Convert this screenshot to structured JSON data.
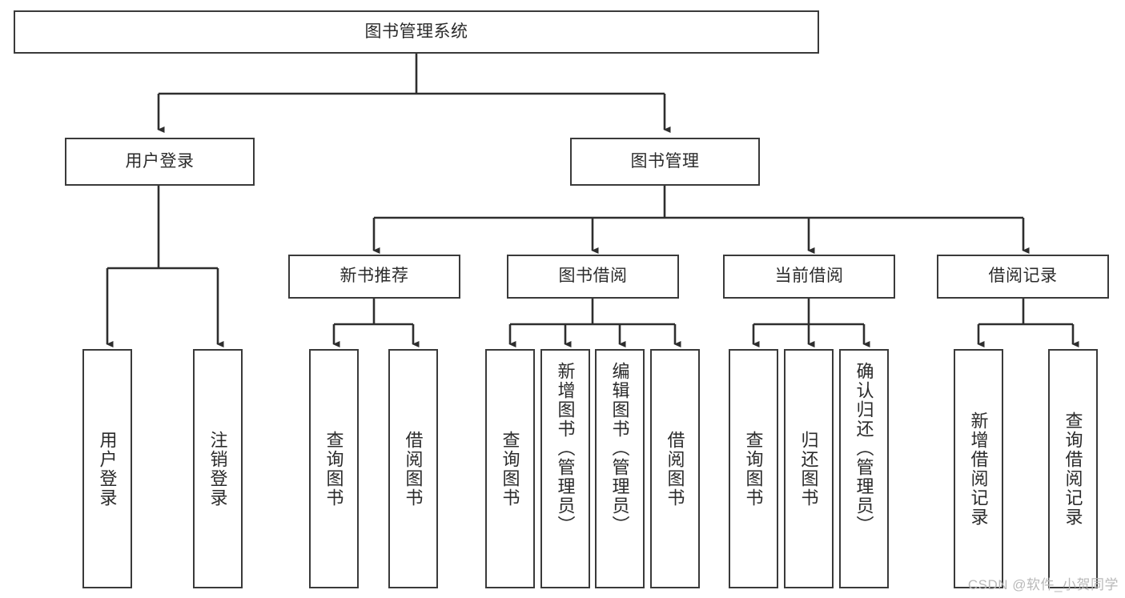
{
  "diagram": {
    "title": "图书管理系统",
    "type": "tree-hierarchy-diagram",
    "watermark": "CSDN @软件_小贺同学",
    "colors": {
      "box_border": "#3a3a3a",
      "box_fill": "#ffffff",
      "edge": "#2e2e2e",
      "text": "#2b2b2b",
      "watermark": "#b9b9b9",
      "background": "#ffffff"
    },
    "root": {
      "label": "图书管理系统"
    },
    "level2": [
      {
        "label": "用户登录"
      },
      {
        "label": "图书管理"
      }
    ],
    "level3": [
      {
        "label": "新书推荐"
      },
      {
        "label": "图书借阅"
      },
      {
        "label": "当前借阅"
      },
      {
        "label": "借阅记录"
      }
    ],
    "leaves": {
      "user_login": [
        {
          "label": "用户登录"
        },
        {
          "label": "注销登录"
        }
      ],
      "new_book_recommend": [
        {
          "label": "查询图书"
        },
        {
          "label": "借阅图书"
        }
      ],
      "book_borrow": [
        {
          "label": "查询图书"
        },
        {
          "label": "新增图书（管理员）"
        },
        {
          "label": "编辑图书（管理员）"
        },
        {
          "label": "借阅图书"
        }
      ],
      "current_borrow": [
        {
          "label": "查询图书"
        },
        {
          "label": "归还图书"
        },
        {
          "label": "确认归还（管理员）"
        }
      ],
      "borrow_record": [
        {
          "label": "新增借阅记录"
        },
        {
          "label": "查询借阅记录"
        }
      ]
    }
  }
}
